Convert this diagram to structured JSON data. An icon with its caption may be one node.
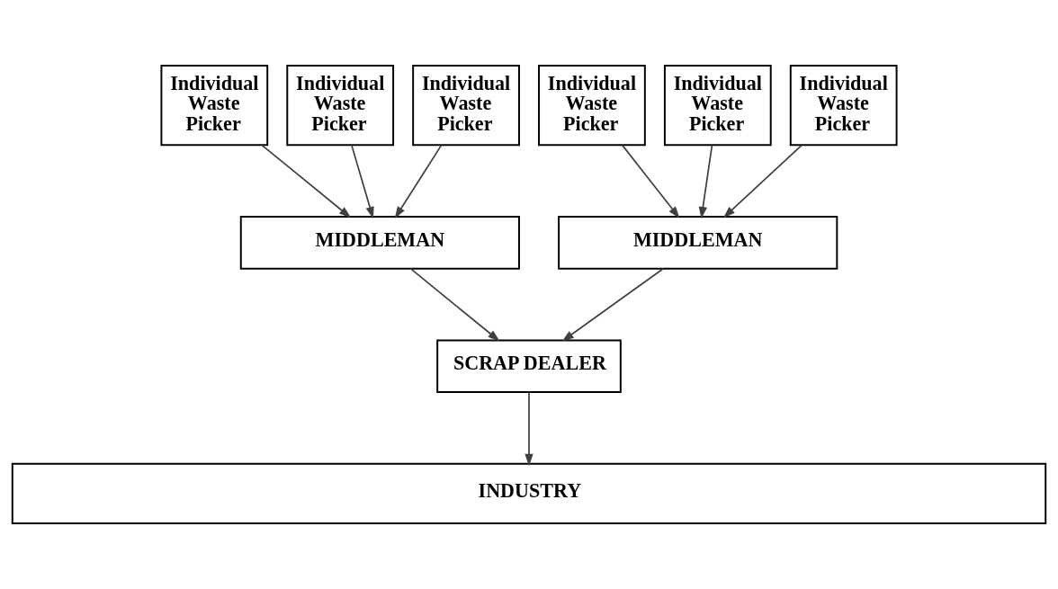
{
  "diagram": {
    "nodes": [
      {
        "text": [
          "Individual Waste Picker"
        ]
      },
      {
        "text": [
          "Individual Waste Picker"
        ]
      },
      {
        "text": [
          "Individual Waste Picker"
        ]
      },
      {
        "text": [
          "Individual Waste Picker"
        ]
      },
      {
        "text": [
          "Individual Waste Picker"
        ]
      },
      {
        "text": [
          "Individual Waste Picker"
        ]
      },
      {
        "text": [
          "MIDDLEMAN"
        ]
      },
      {
        "text": [
          "MIDDLEMAN"
        ]
      },
      {
        "text": [
          "SCRAP DEALER"
        ]
      },
      {
        "text": [
          "INDUSTRY"
        ]
      }
    ],
    "edges": [
      {
        "from": 0,
        "to": 6,
        "arrow": "to"
      },
      {
        "from": 1,
        "to": 6,
        "arrow": "to"
      },
      {
        "from": 2,
        "to": 6,
        "arrow": "to"
      },
      {
        "from": 3,
        "to": 7,
        "arrow": "to"
      },
      {
        "from": 4,
        "to": 7,
        "arrow": "to"
      },
      {
        "from": 5,
        "to": 7,
        "arrow": "to"
      },
      {
        "from": 6,
        "to": 8,
        "arrow": "to"
      },
      {
        "from": 7,
        "to": 8,
        "arrow": "to"
      },
      {
        "from": 8,
        "to": 9,
        "arrow": "to"
      }
    ]
  }
}
